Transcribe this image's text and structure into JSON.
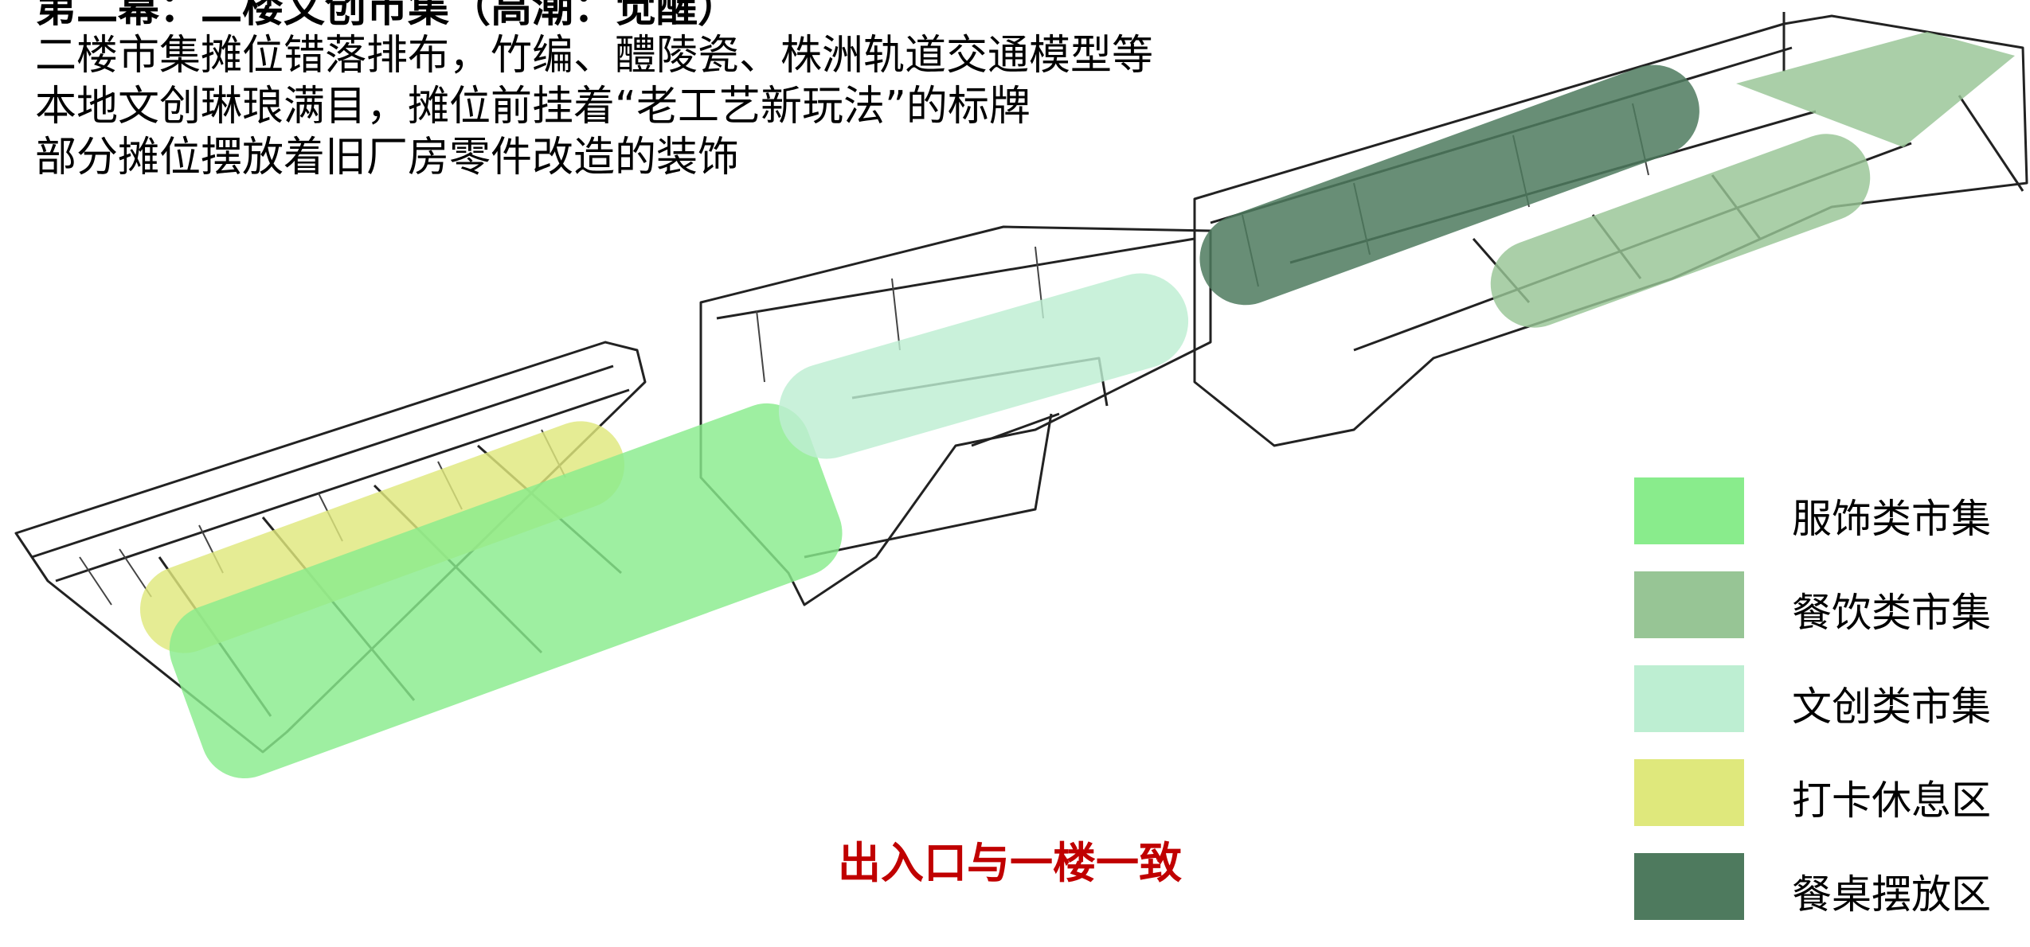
{
  "heading": "第二幕：二楼文创市集（高潮：觉醒）",
  "description": [
    "二楼市集摊位错落排布，竹编、醴陵瓷、株洲轨道交通模型等",
    "本地文创琳琅满目，摊位前挂着“老工艺新玩法”的标牌",
    "部分摊位摆放着旧厂房零件改造的装饰"
  ],
  "note": "出入口与一楼一致",
  "legend": [
    {
      "label": "服饰类市集",
      "color": "#89ec8c"
    },
    {
      "label": "餐饮类市集",
      "color": "#97c595"
    },
    {
      "label": "文创类市集",
      "color": "#bdeed2"
    },
    {
      "label": "打卡休息区",
      "color": "#dfe87c"
    },
    {
      "label": "餐桌摆放区",
      "color": "#4e7a5e"
    }
  ]
}
